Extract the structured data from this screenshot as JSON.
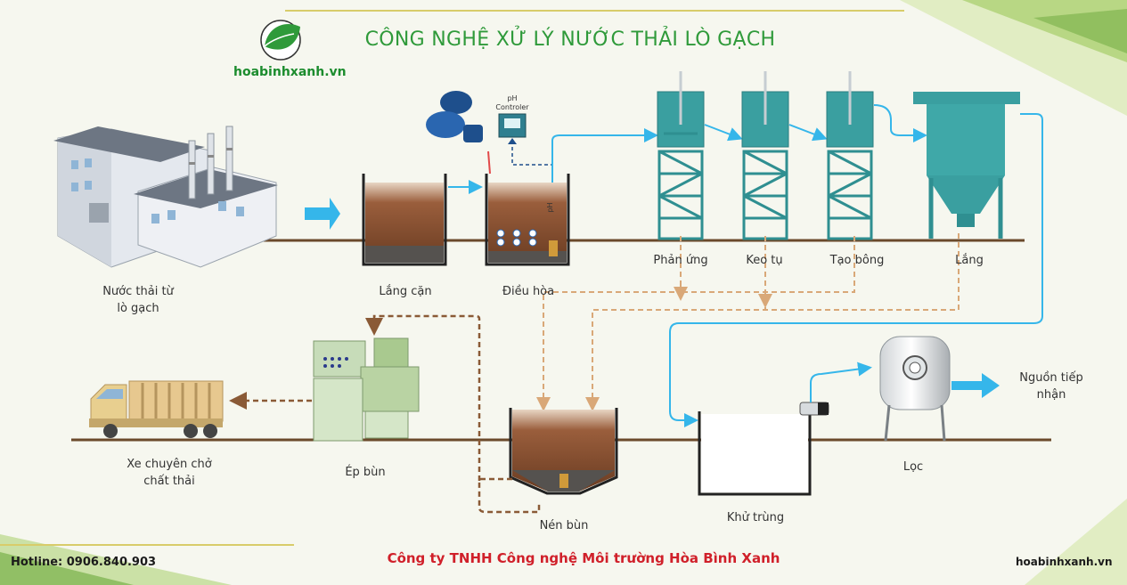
{
  "header": {
    "title": "CÔNG NGHỆ XỬ LÝ NƯỚC THẢI LÒ GẠCH",
    "logo_text": "hoabinhxanh.vn"
  },
  "stages": {
    "factory": [
      "Nước thải từ",
      "lò gạch"
    ],
    "settling_basin": "Lắng cặn",
    "equalization": "Điều hòa",
    "reaction": "Phản ứng",
    "coagulation": "Keo tụ",
    "flocculation": "Tạo bông",
    "sedimentation": "Lắng",
    "discharge": [
      "Nguồn tiếp",
      "nhận"
    ],
    "filter": "Lọc",
    "disinfection": "Khử trùng",
    "sludge_thickener": "Nén bùn",
    "sludge_press": "Ép bùn",
    "truck": [
      "Xe chuyên chở",
      "chất thải"
    ]
  },
  "equipment": {
    "ph_controller": [
      "pH",
      "Controler"
    ],
    "ph_probe": "pH"
  },
  "footer": {
    "hotline": "Hotline: 0906.840.903",
    "company": "Công ty TNHH Công nghệ Môi trường Hòa Bình Xanh",
    "website": "hoabinhxanh.vn"
  },
  "colors": {
    "title": "#2f9a3a",
    "company": "#d0202a",
    "flow_water": "#35b6ea",
    "flow_sludge": "#d9a878",
    "tank_teal": "#3a9fa0",
    "ground": "#6b4a2b"
  }
}
